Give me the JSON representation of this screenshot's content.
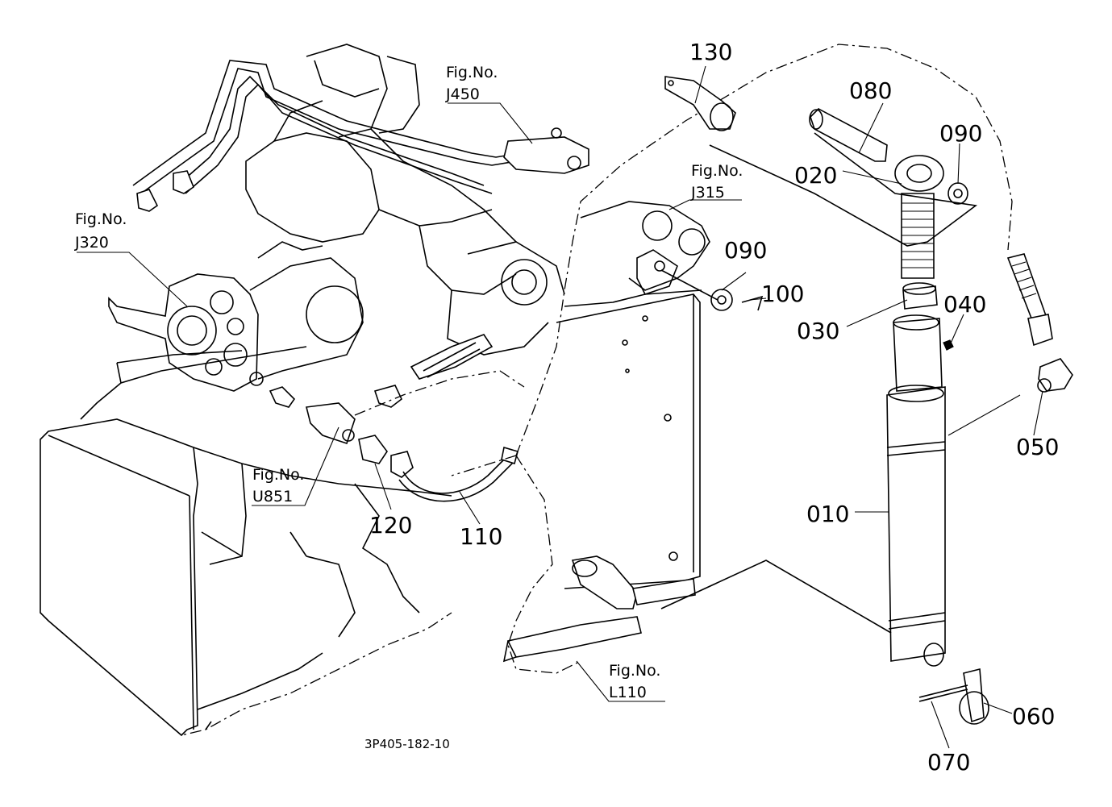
{
  "drawing_code": "3P405-182-10",
  "part_numbers": {
    "p010": "010",
    "p020": "020",
    "p030": "030",
    "p040": "040",
    "p050": "050",
    "p060": "060",
    "p070": "070",
    "p080": "080",
    "p090a": "090",
    "p090b": "090",
    "p100": "100",
    "p110": "110",
    "p120": "120",
    "p130": "130"
  },
  "figure_refs": [
    {
      "label": "Fig.No.",
      "code": "J450"
    },
    {
      "label": "Fig.No.",
      "code": "J320"
    },
    {
      "label": "Fig.No.",
      "code": "J315"
    },
    {
      "label": "Fig.No.",
      "code": "U851"
    },
    {
      "label": "Fig.No.",
      "code": "L110"
    }
  ]
}
